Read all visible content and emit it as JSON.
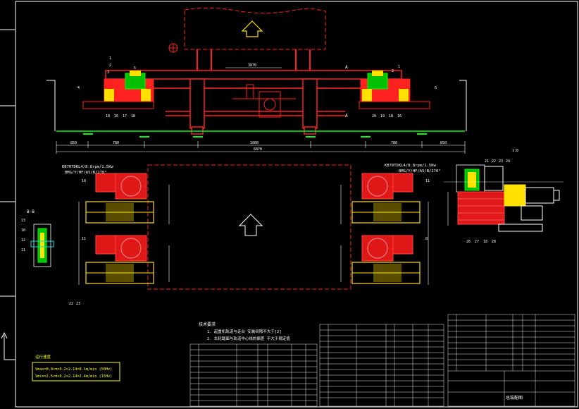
{
  "colors": {
    "background": "#000000",
    "frame": "#ffffff",
    "structure_red": "#ff2020",
    "motor_red": "#e01818",
    "wheel_yellow": "#ffe000",
    "gear_green": "#00c000",
    "rail_green": "#00ff00",
    "dim_cyan": "#00e0e0",
    "leader_magenta": "#ff00ff",
    "note_yellow": "#ffff00",
    "table_white": "#e8e8e8"
  },
  "labels": {
    "section_a_left": "A",
    "section_a_right": "A",
    "section_b": "B-B",
    "spec_left_line1": "KB70TDKL4/8.8rpm/1.5Kw",
    "spec_left_line2": "BMG/Y/HF/A5/B/270°",
    "spec_right_line1": "KB70TDKL4/8.8rpm/1.5Kw",
    "spec_right_line2": "BMG/Y/HF/A5/B/270°",
    "notes_title": "技术要求",
    "note_1": "1. 起重机轨道与走台 安装间隙不大于[2]",
    "note_2": "2. 车轮踏面与轨道中心线的偏差 不大于规定值",
    "speed_title": "运行速度",
    "speed_line1": "Vmax=8.9×π×0.2×2.14=8.1m/min  (50Hz)",
    "speed_line2": "Vmin=2.5×π×0.2×2.14=2.4m/min  (15Hz)",
    "title_block_name": "总装配图",
    "scale_label": "1:8"
  },
  "dimensions": {
    "bottom_left_1": "850",
    "bottom_left_2": "780",
    "bottom_center": "1680",
    "bottom_right_1": "780",
    "bottom_right_2": "850",
    "overall": "6870",
    "top_center": "3870"
  },
  "balloons": {
    "top_left": [
      "1",
      "2",
      "3",
      "4",
      "5"
    ],
    "top_left_row": [
      "18",
      "16",
      "17",
      "18"
    ],
    "top_right": [
      "1",
      "2",
      "6"
    ],
    "top_right_row": [
      "20",
      "19",
      "18",
      "16"
    ],
    "mid_left": [
      "10",
      "11"
    ],
    "mid_right": [
      "11",
      "8"
    ],
    "lower_left": [
      "22",
      "23"
    ],
    "side_view_top": [
      "21",
      "22",
      "23",
      "24"
    ],
    "side_view_bottom": [
      "26",
      "27",
      "18",
      "28"
    ],
    "section_b_items": [
      "13",
      "10",
      "12",
      "11"
    ]
  }
}
